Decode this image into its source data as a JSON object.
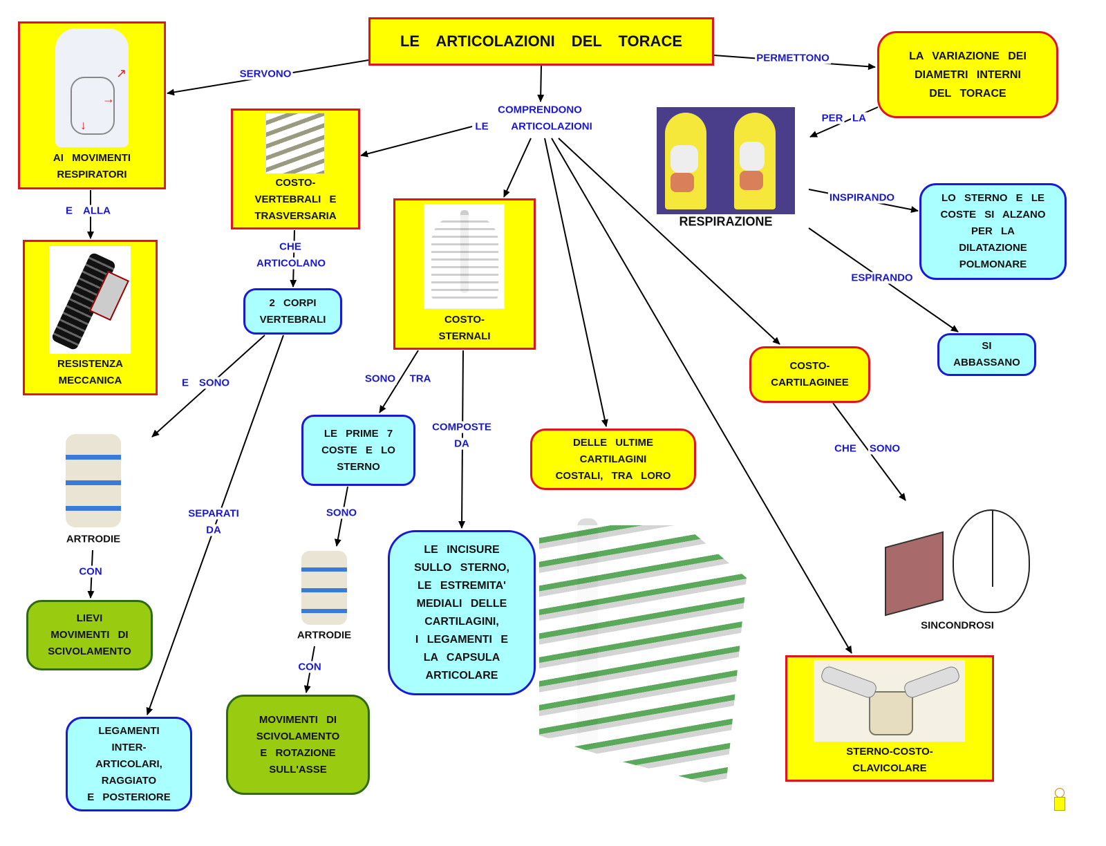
{
  "title": "LE  ARTICOLAZIONI  DEL  TORACE",
  "nodes": {
    "movimenti": "AI  MOVIMENTI\nRESPIRATORI",
    "resistenza": "RESISTENZA\nMECCANICA",
    "costo_vertebrali": "COSTO-\nVERTEBRALI  E\nTRASVERSARIA",
    "corpi_vertebrali": "2  CORPI\nVERTEBRALI",
    "costo_sternali": "COSTO-\nSTERNALI",
    "prime_7": "LE  PRIME  7\nCOSTE  E  LO\nSTERNO",
    "incisure": "LE  INCISURE\nSULLO  STERNO,\nLE  ESTREMITA'\nMEDIALI  DELLE\nCARTILAGINI,\nI  LEGAMENTI  E\nLA  CAPSULA\nARTICOLARE",
    "ultime": "DELLE  ULTIME\nCARTILAGINI\nCOSTALI,  TRA  LORO",
    "costo_cartilaginee": "COSTO-\nCARTILAGINEE",
    "variazione": "LA  VARIAZIONE  DEI\nDIAMETRI  INTERNI\nDEL  TORACE",
    "sterno_alzano": "LO  STERNO  E LE\nCOSTE  SI  ALZANO\nPER  LA\nDILATAZIONE\nPOLMONARE",
    "si_abbassano": "SI\nABBASSANO",
    "sterno_costo_clavicolare": "STERNO-COSTO-\nCLAVICOLARE",
    "lievi": "LIEVI\nMOVIMENTI  DI\nSCIVOLAMENTO",
    "legamenti": "LEGAMENTI\nINTER-\nARTICOLARI,\nRAGGIATO\nE  POSTERIORE",
    "scivolamento_rotazione": "MOVIMENTI  DI\nSCIVOLAMENTO\nE  ROTAZIONE\nSULL'ASSE"
  },
  "captions": {
    "respirazione": "RESPIRAZIONE",
    "artrodie1": "ARTRODIE",
    "artrodie2": "ARTRODIE",
    "sincondrosi": "SINCONDROSI"
  },
  "edge_labels": {
    "servono": "SERVONO",
    "permettono": "PERMETTONO",
    "comprendono": "COMPRENDONO",
    "le": "LE",
    "articolazioni": "ARTICOLAZIONI",
    "per": "PER",
    "la": "LA",
    "e_alla_e": "E",
    "e_alla_alla": "ALLA",
    "che": "CHE",
    "articolano": "ARTICOLANO",
    "inspirando": "INSPIRANDO",
    "espirando": "ESPIRANDO",
    "e_sono_e": "E",
    "e_sono_sono": "SONO",
    "sono_tra_sono": "SONO",
    "sono_tra_tra": "TRA",
    "composte": "COMPOSTE",
    "da1": "DA",
    "separati": "SEPARATI",
    "da2": "DA",
    "sono": "SONO",
    "con1": "CON",
    "con2": "CON",
    "che_sono_che": "CHE",
    "che_sono_sono": "SONO"
  },
  "colors": {
    "yellow": "#ffff00",
    "red_border": "#e0141e",
    "cyan": "#aaffff",
    "blue_border": "#1a1ad6",
    "green": "#99cc11",
    "label_blue": "#1a1acc"
  }
}
